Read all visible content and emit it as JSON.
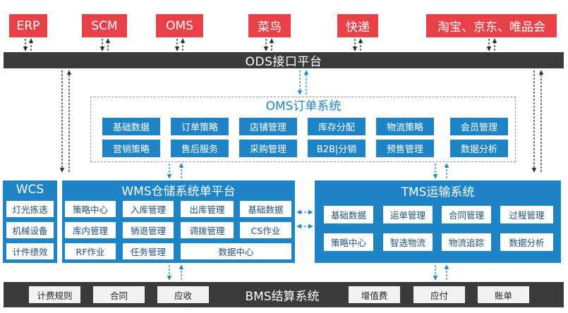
{
  "top_systems": [
    "ERP",
    "SCM",
    "OMS",
    "菜鸟",
    "快递",
    "淘宝、京东、唯品会"
  ],
  "ods_bar": "ODS接口平台",
  "oms": {
    "title": "OMS订单系统",
    "modules": [
      "基础数据",
      "订单策略",
      "店铺管理",
      "库存分配",
      "物流策略",
      "会员管理",
      "营销策略",
      "售后服务",
      "采购管理",
      "B2B|分销",
      "预售管理",
      "数据分析"
    ]
  },
  "wcs": {
    "title": "WCS",
    "items": [
      "灯光拣选",
      "机械设备",
      "计件绩效"
    ]
  },
  "wms": {
    "title": "WMS仓储系统单平台",
    "items": [
      "策略中心",
      "入库管理",
      "出库管理",
      "基础数据",
      "库内管理",
      "销退管理",
      "调拨管理",
      "CS作业",
      "RF作业",
      "任务管理",
      "数据中心"
    ]
  },
  "tms": {
    "title": "TMS运输系统",
    "items": [
      "基础数据",
      "运单管理",
      "合同管理",
      "过程管理",
      "策略中心",
      "智选物流",
      "物流追踪",
      "数据分析"
    ]
  },
  "bms": {
    "title": "BMS结算系统",
    "items_left": [
      "计费规则",
      "合同",
      "应收"
    ],
    "items_right": [
      "增值费",
      "应付",
      "账单"
    ]
  },
  "colors": {
    "red": "#e8414a",
    "blue": "#1f84c6",
    "dark": "#3b3b3b"
  }
}
